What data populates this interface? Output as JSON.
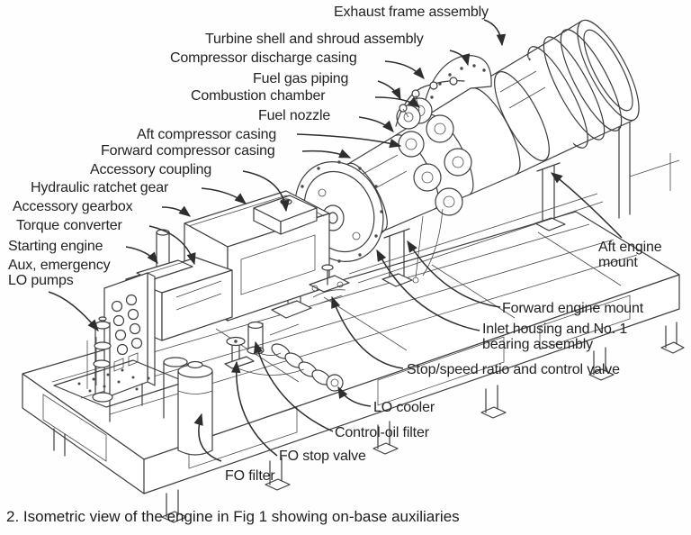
{
  "figure": {
    "caption": "2. Isometric view of the engine in Fig 1 showing on-base auxiliaries",
    "ink_color": "#3e3e3e",
    "background": "#ffffff"
  },
  "labels": [
    {
      "id": "exhaust-frame-assembly",
      "text": "Exhaust frame assembly"
    },
    {
      "id": "turbine-shell",
      "text": "Turbine shell and shroud assembly"
    },
    {
      "id": "compressor-discharge-casing",
      "text": "Compressor discharge casing"
    },
    {
      "id": "fuel-gas-piping",
      "text": "Fuel gas piping"
    },
    {
      "id": "combustion-chamber",
      "text": "Combustion chamber"
    },
    {
      "id": "fuel-nozzle",
      "text": "Fuel nozzle"
    },
    {
      "id": "aft-compressor-casing",
      "text": "Aft compressor casing"
    },
    {
      "id": "forward-compressor-casing",
      "text": "Forward compressor casing"
    },
    {
      "id": "accessory-coupling",
      "text": "Accessory coupling"
    },
    {
      "id": "hydraulic-ratchet-gear",
      "text": "Hydraulic ratchet gear"
    },
    {
      "id": "accessory-gearbox",
      "text": "Accessory gearbox"
    },
    {
      "id": "torque-converter",
      "text": "Torque converter"
    },
    {
      "id": "starting-engine",
      "text": "Starting engine"
    },
    {
      "id": "aux-emergency-lo-pumps",
      "text": "Aux, emergency\nLO pumps"
    },
    {
      "id": "aft-engine-mount",
      "text": "Aft engine\nmount"
    },
    {
      "id": "forward-engine-mount",
      "text": "Forward engine mount"
    },
    {
      "id": "inlet-housing",
      "text": "Inlet housing and No. 1\nbearing assembly"
    },
    {
      "id": "stop-speed-ratio-valve",
      "text": "Stop/speed ratio and control valve"
    },
    {
      "id": "lo-cooler",
      "text": "LO cooler"
    },
    {
      "id": "control-oil-filter",
      "text": "Control-oil filter"
    },
    {
      "id": "fo-stop-valve",
      "text": "FO stop valve"
    },
    {
      "id": "fo-filter",
      "text": "FO filter"
    }
  ]
}
